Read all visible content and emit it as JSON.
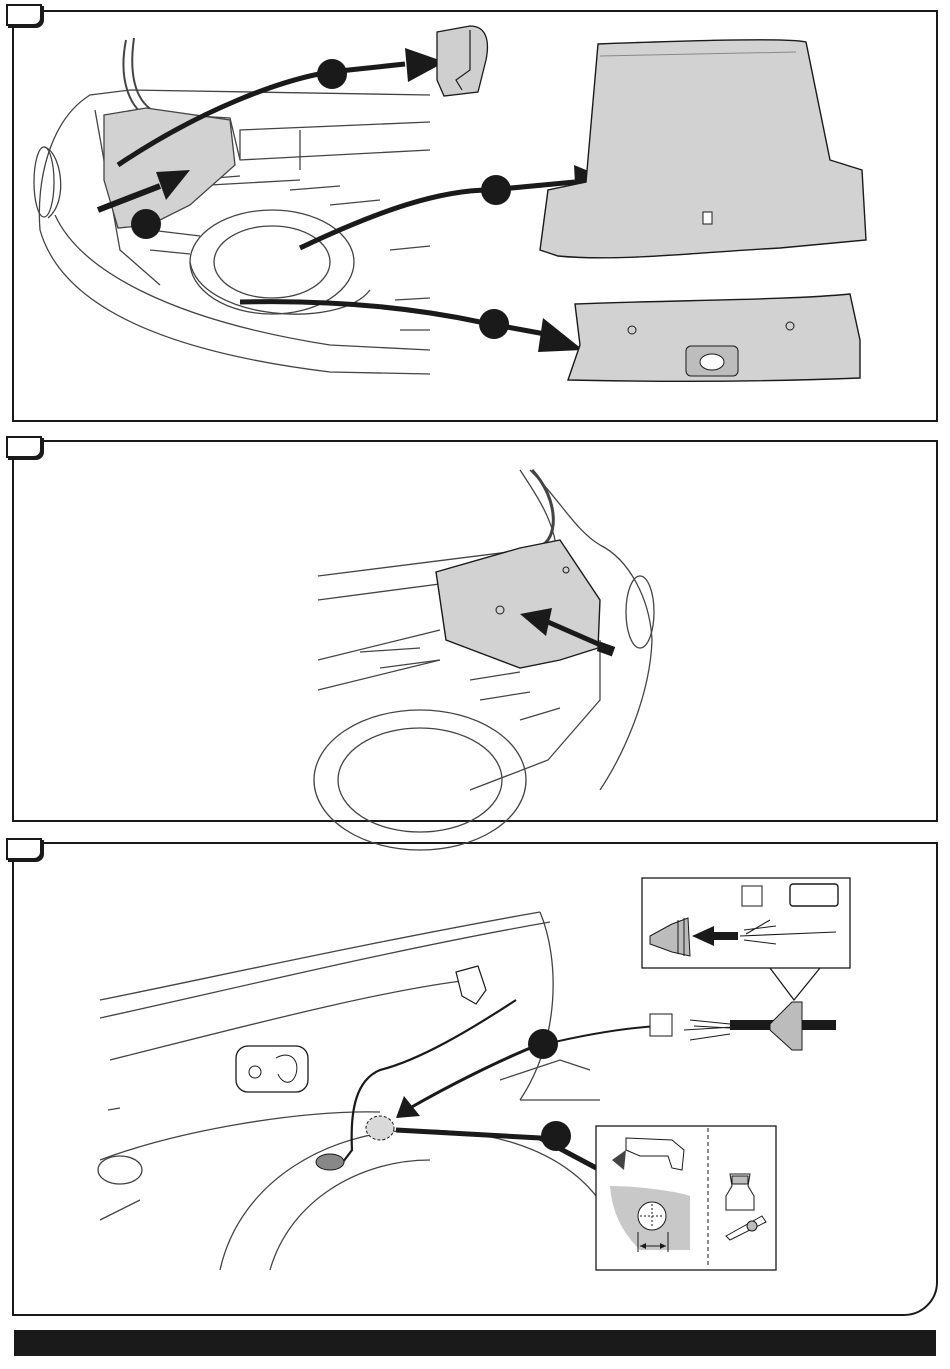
{
  "colors": {
    "ink": "#1a1a1a",
    "part_fill": "#cfcfcf",
    "panel_fill": "#d2d2d2",
    "line": "#444444"
  },
  "steps": [
    {
      "callouts": 4
    },
    {
      "callouts": 0
    },
    {
      "callouts": 2
    }
  ]
}
